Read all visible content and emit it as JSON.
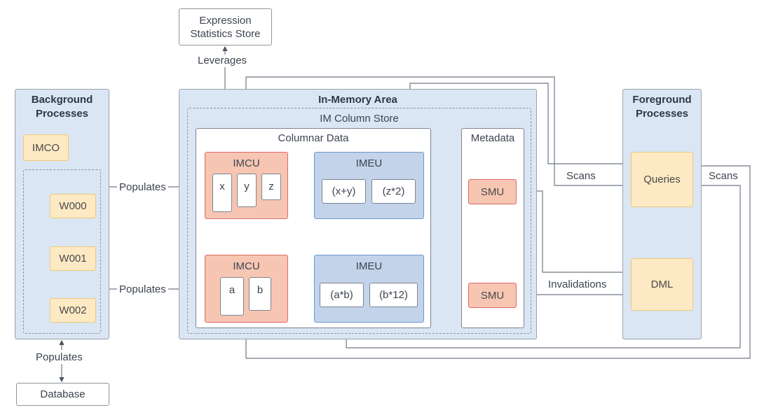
{
  "colors": {
    "panel_fill": "#dae6f3",
    "process_fill": "#fde9c3",
    "imcu_fill": "#f6c6b3",
    "imeu_fill": "#c3d3ea",
    "line": "#6f7884"
  },
  "expression_store": {
    "label": "Expression Statistics Store"
  },
  "leverages_label": "Leverages",
  "background_processes": {
    "title": "Background Processes",
    "coordinator": "IMCO",
    "workers": [
      "W000",
      "W001",
      "W002"
    ]
  },
  "populates_labels": [
    "Populates",
    "Populates",
    "Populates"
  ],
  "database": {
    "label": "Database"
  },
  "in_memory_area": {
    "title": "In-Memory Area",
    "column_store": {
      "title": "IM Column Store",
      "columnar_data": {
        "title": "Columnar Data",
        "units": [
          {
            "imcu_title": "IMCU",
            "columns": [
              "x",
              "y",
              "z"
            ],
            "imeu_title": "IMEU",
            "expressions": [
              "(x+y)",
              "(z*2)"
            ]
          },
          {
            "imcu_title": "IMCU",
            "columns": [
              "a",
              "b"
            ],
            "imeu_title": "IMEU",
            "expressions": [
              "(a*b)",
              "(b*12)"
            ]
          }
        ]
      },
      "metadata": {
        "title": "Metadata",
        "smus": [
          "SMU",
          "SMU"
        ]
      }
    }
  },
  "foreground_processes": {
    "title": "Foreground Processes",
    "queries": "Queries",
    "dml": "DML"
  },
  "edge_labels": {
    "scans_left": "Scans",
    "scans_right": "Scans",
    "invalidations": "Invalidations"
  }
}
